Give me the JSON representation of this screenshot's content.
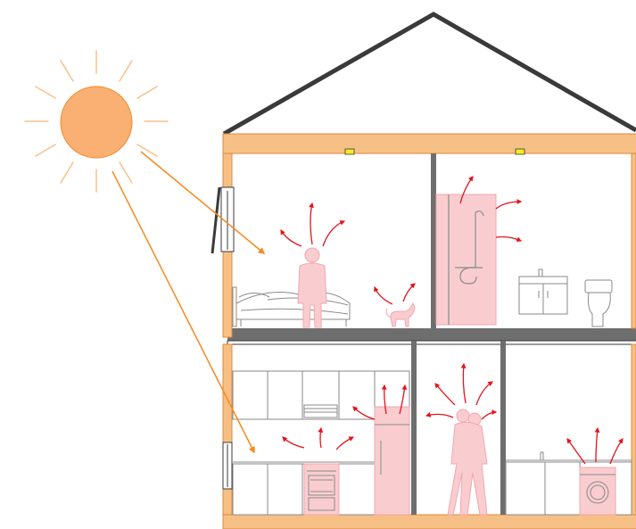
{
  "colors": {
    "background": "#ffffff",
    "outline": "#3a3a3a",
    "wall_fill": "#f6bf85",
    "wall_stroke": "#e08a3a",
    "floor_slab": "#6e6e6e",
    "sun_fill": "#fbb073",
    "sun_stroke": "#f08a2e",
    "sun_ray": "#f9c08a",
    "sunlight_arrow": "#f7891f",
    "heat_source_fill": "#f9cdd0",
    "heat_source_stroke": "#f2a6ad",
    "heat_arrow": "#e3141c",
    "furniture_line": "#8a8a8a",
    "light_fixture": "#f3ec22"
  },
  "elements": {
    "sun": "sun-icon",
    "house": "house-cross-section",
    "sunlight": "sunlight-arrow",
    "heat": "heat-emission-arrow",
    "people": [
      "standing-person-icon",
      "hugging-couple-icon"
    ],
    "pet": "cat-icon",
    "appliances": [
      "shower-icon",
      "refrigerator-icon",
      "oven-icon",
      "washing-machine-icon"
    ],
    "fixtures": [
      "bed-icon",
      "bathroom-sink-icon",
      "toilet-icon",
      "kitchen-cabinets",
      "utility-cabinets",
      "ceiling-light-icon",
      "window-icon"
    ]
  }
}
